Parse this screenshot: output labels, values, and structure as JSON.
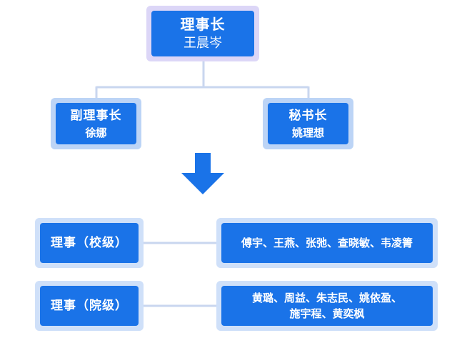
{
  "diagram": {
    "chairman": {
      "role": "理事长",
      "name": "王晨岑"
    },
    "vice_chairman": {
      "role": "副理事长",
      "name": "徐娜"
    },
    "secretary_general": {
      "role": "秘书长",
      "name": "姚理想"
    },
    "council_school": {
      "role": "理事（校级）",
      "members": "傅宇、王燕、张弛、查晓敏、韦凌箐"
    },
    "council_college": {
      "role": "理事（院级）",
      "members_line1": "黄璐、周益、朱志民、姚依盈、",
      "members_line2": "施宇程、黄奕枫"
    }
  },
  "colors": {
    "box_fill": "#1a73e8",
    "frame_top": "#dcd6f7",
    "frame_mid": "#bcd4f6",
    "frame_low": "#cfe0f9",
    "connector": "#c9d6ef",
    "arrow": "#1a73e8"
  }
}
